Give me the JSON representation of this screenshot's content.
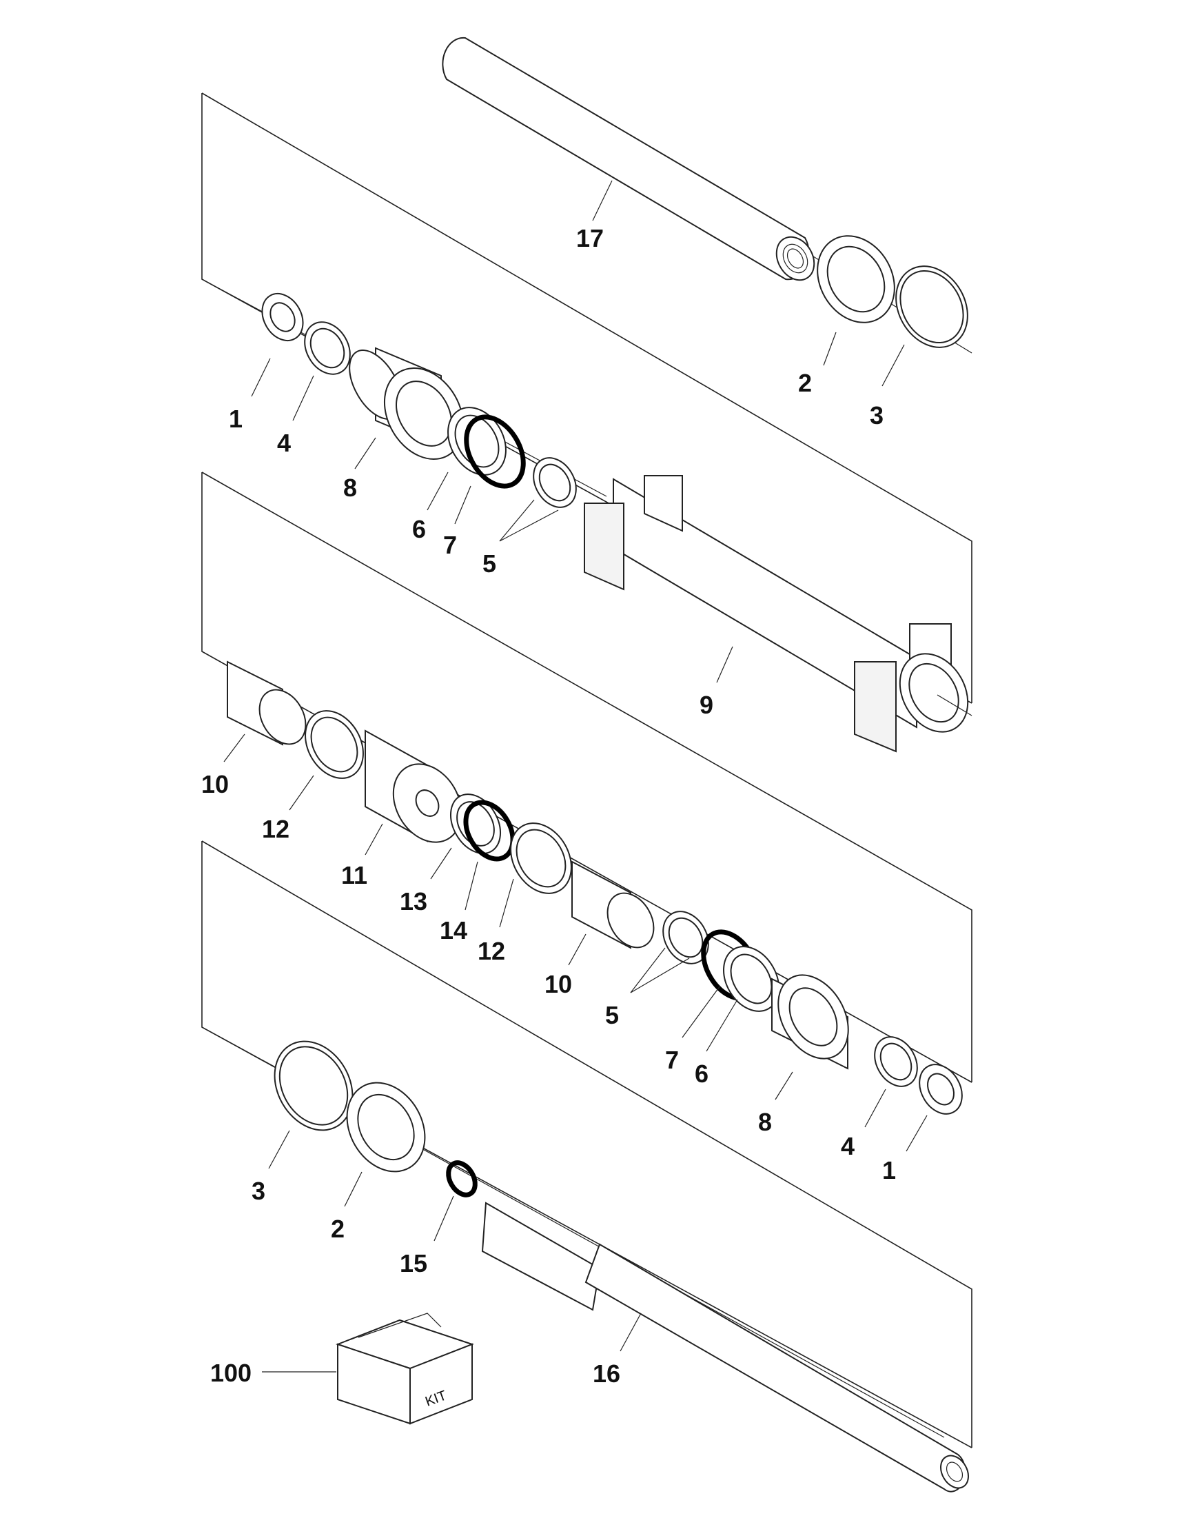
{
  "callouts": [
    {
      "id": "c17a",
      "label": "17"
    },
    {
      "id": "c2a",
      "label": "2"
    },
    {
      "id": "c3a",
      "label": "3"
    },
    {
      "id": "c1a",
      "label": "1"
    },
    {
      "id": "c4a",
      "label": "4"
    },
    {
      "id": "c8a",
      "label": "8"
    },
    {
      "id": "c6a",
      "label": "6"
    },
    {
      "id": "c7a",
      "label": "7"
    },
    {
      "id": "c5a",
      "label": "5"
    },
    {
      "id": "c9",
      "label": "9"
    },
    {
      "id": "c10a",
      "label": "10"
    },
    {
      "id": "c12a",
      "label": "12"
    },
    {
      "id": "c11",
      "label": "11"
    },
    {
      "id": "c13",
      "label": "13"
    },
    {
      "id": "c14",
      "label": "14"
    },
    {
      "id": "c12b",
      "label": "12"
    },
    {
      "id": "c10b",
      "label": "10"
    },
    {
      "id": "c5b",
      "label": "5"
    },
    {
      "id": "c7b",
      "label": "7"
    },
    {
      "id": "c6b",
      "label": "6"
    },
    {
      "id": "c8b",
      "label": "8"
    },
    {
      "id": "c4b",
      "label": "4"
    },
    {
      "id": "c1b",
      "label": "1"
    },
    {
      "id": "c3b",
      "label": "3"
    },
    {
      "id": "c2b",
      "label": "2"
    },
    {
      "id": "c15",
      "label": "15"
    },
    {
      "id": "c16",
      "label": "16"
    },
    {
      "id": "c100",
      "label": "100"
    }
  ],
  "kit_box": {
    "label": "KIT"
  }
}
